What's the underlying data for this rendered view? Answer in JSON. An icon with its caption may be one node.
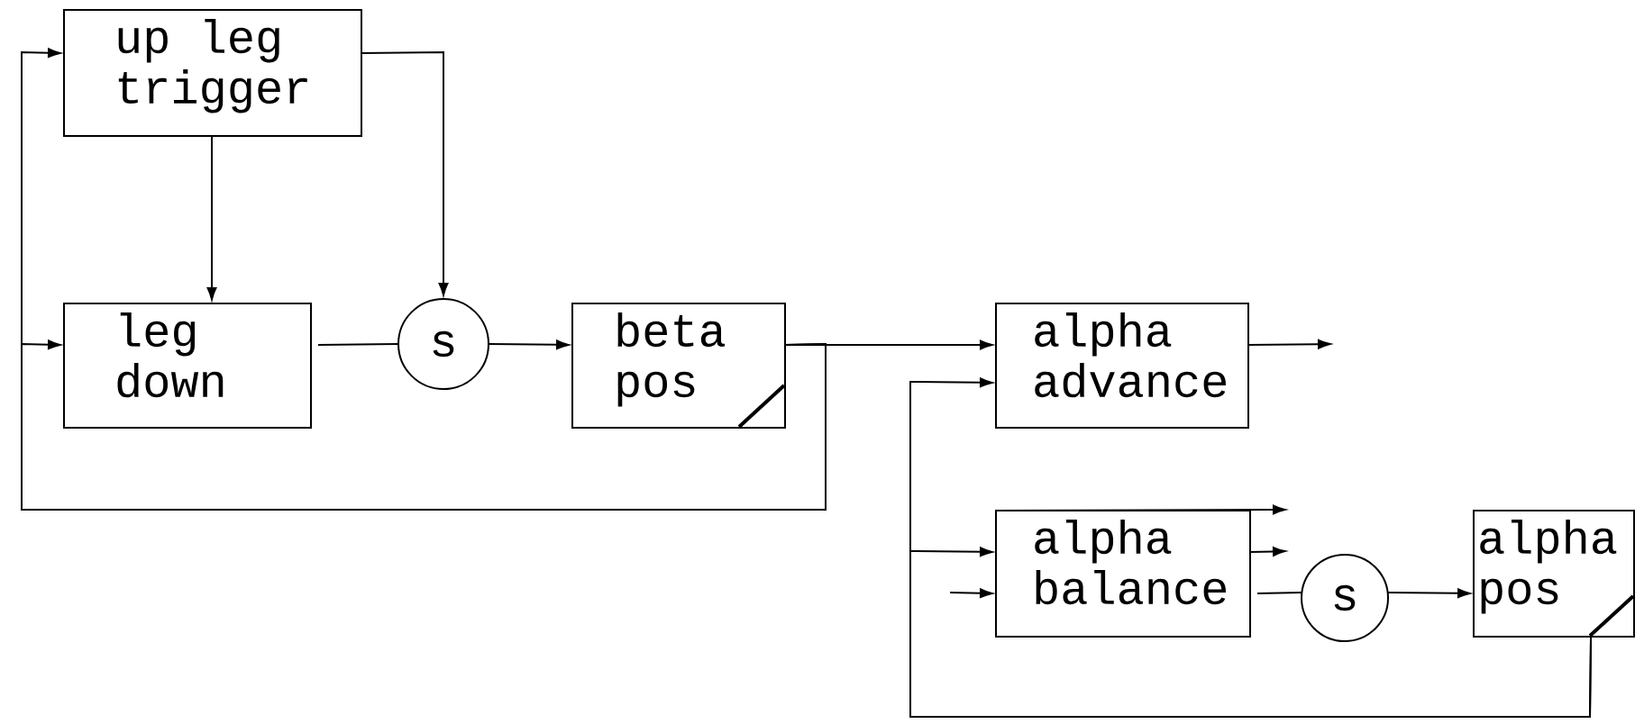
{
  "diagram": {
    "nodes": [
      {
        "text": [
          "up leg trigger"
        ]
      },
      {
        "text": [
          "leg down"
        ]
      },
      {
        "text": [
          "s"
        ]
      },
      {
        "text": [
          "beta pos"
        ]
      },
      {
        "text": [
          "alpha advance"
        ]
      },
      {
        "text": [
          "alpha balance"
        ]
      },
      {
        "text": [
          "s"
        ]
      },
      {
        "text": [
          "alpha pos"
        ]
      }
    ],
    "edges": [
      {
        "from": 0,
        "to": 1,
        "arrow": "to"
      },
      {
        "from": 0,
        "to": 2,
        "arrow": "to"
      },
      {
        "from": 1,
        "to": 2,
        "arrow": "none"
      },
      {
        "from": 2,
        "to": 3,
        "arrow": "to"
      },
      {
        "from": 3,
        "to": 4,
        "arrow": "to"
      },
      {
        "from": 3,
        "to": 0,
        "arrow": "to"
      },
      {
        "from": 3,
        "to": 1,
        "arrow": "to"
      },
      {
        "from": 4,
        "to": null,
        "arrow": "to"
      },
      {
        "from": 7,
        "to": 4,
        "arrow": "to"
      },
      {
        "from": 7,
        "to": 5,
        "arrow": "to"
      },
      {
        "from": null,
        "to": 5,
        "arrow": "to"
      },
      {
        "from": 5,
        "to": null,
        "arrow": "to"
      },
      {
        "from": 5,
        "to": null,
        "arrow": "to"
      },
      {
        "from": 5,
        "to": 6,
        "arrow": "none"
      },
      {
        "from": 6,
        "to": 7,
        "arrow": "to"
      }
    ]
  }
}
